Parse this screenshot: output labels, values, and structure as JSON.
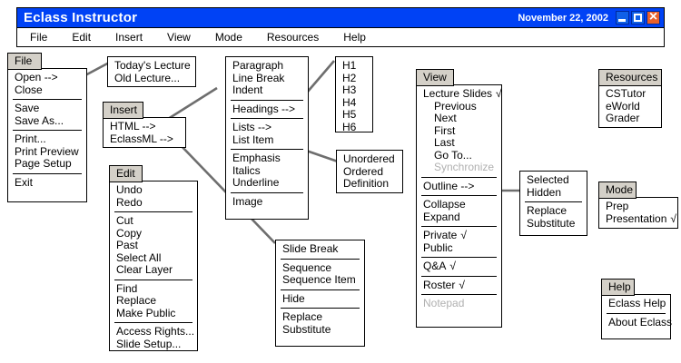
{
  "window": {
    "title": "Eclass Instructor",
    "date": "November 22, 2002",
    "controls": {
      "minimize": "minimize-button",
      "maximize": "maximize-button",
      "close": "close-button"
    }
  },
  "menubar": {
    "items": [
      {
        "label": "File"
      },
      {
        "label": "Edit"
      },
      {
        "label": "Insert"
      },
      {
        "label": "View"
      },
      {
        "label": "Mode"
      },
      {
        "label": "Resources"
      },
      {
        "label": "Help"
      }
    ]
  },
  "menus": {
    "file": {
      "tab": "File",
      "groups": [
        [
          "Open -->",
          "Close"
        ],
        [
          "Save",
          "Save As..."
        ],
        [
          "Print...",
          "Print Preview",
          "Page Setup"
        ],
        [
          "Exit"
        ]
      ]
    },
    "file_open_sub": {
      "groups": [
        [
          "Today's Lecture",
          "Old Lecture..."
        ]
      ]
    },
    "insert": {
      "tab": "Insert",
      "groups": [
        [
          "HTML -->",
          "EclassML -->"
        ]
      ]
    },
    "edit": {
      "tab": "Edit",
      "groups": [
        [
          "Undo",
          "Redo"
        ],
        [
          "Cut",
          "Copy",
          "Past",
          "Select All",
          "Clear Layer"
        ],
        [
          "Find",
          "Replace",
          "Make Public"
        ],
        [
          "Access Rights...",
          "Slide Setup..."
        ]
      ]
    },
    "insert_html_sub": {
      "groups": [
        [
          "Paragraph",
          "Line Break",
          "Indent"
        ],
        [
          "Headings -->"
        ],
        [
          "Lists -->",
          "List Item"
        ],
        [
          "Emphasis",
          "Italics",
          "Underline"
        ],
        [
          "Image"
        ]
      ]
    },
    "headings_sub": {
      "groups": [
        [
          "H1",
          "H2",
          "H3",
          "H4",
          "H5",
          "H6"
        ]
      ]
    },
    "lists_sub": {
      "groups": [
        [
          "Unordered",
          "Ordered",
          "Definition"
        ]
      ]
    },
    "eclassml_sub": {
      "groups": [
        [
          "Slide Break"
        ],
        [
          "Sequence",
          "Sequence Item"
        ],
        [
          "Hide"
        ],
        [
          "Replace",
          "Substitute"
        ]
      ]
    },
    "view": {
      "tab": "View",
      "items": [
        {
          "label": "Lecture Slides",
          "check": "√",
          "indent": false,
          "disabled": false
        },
        {
          "label": "Previous",
          "check": "",
          "indent": true,
          "disabled": false
        },
        {
          "label": "Next",
          "check": "",
          "indent": true,
          "disabled": false
        },
        {
          "label": "First",
          "check": "",
          "indent": true,
          "disabled": false
        },
        {
          "label": "Last",
          "check": "",
          "indent": true,
          "disabled": false
        },
        {
          "label": "Go To...",
          "check": "",
          "indent": true,
          "disabled": false
        },
        {
          "label": "Synchronize",
          "check": "",
          "indent": true,
          "disabled": true
        },
        {
          "sep": true
        },
        {
          "label": "Outline -->",
          "check": "",
          "indent": false,
          "disabled": false
        },
        {
          "sep": true
        },
        {
          "label": "Collapse",
          "check": "",
          "indent": false,
          "disabled": false
        },
        {
          "label": "Expand",
          "check": "",
          "indent": false,
          "disabled": false
        },
        {
          "sep": true
        },
        {
          "label": "Private",
          "check": "√",
          "indent": false,
          "disabled": false
        },
        {
          "label": "Public",
          "check": "",
          "indent": false,
          "disabled": false
        },
        {
          "sep": true
        },
        {
          "label": "Q&A",
          "check": "√",
          "indent": false,
          "disabled": false
        },
        {
          "sep": true
        },
        {
          "label": "Roster",
          "check": "√",
          "indent": false,
          "disabled": false
        },
        {
          "sep": true
        },
        {
          "label": "Notepad",
          "check": "",
          "indent": false,
          "disabled": true
        }
      ]
    },
    "outline_sub": {
      "groups": [
        [
          "Selected",
          "Hidden"
        ],
        [
          "Replace",
          "Substitute"
        ]
      ]
    },
    "resources": {
      "tab": "Resources",
      "groups": [
        [
          "CSTutor",
          "eWorld",
          "Grader"
        ]
      ]
    },
    "mode": {
      "tab": "Mode",
      "items": [
        {
          "label": "Prep",
          "check": ""
        },
        {
          "label": "Presentation",
          "check": "√"
        }
      ]
    },
    "help": {
      "tab": "Help",
      "groups": [
        [
          "Eclass Help"
        ],
        [
          "About Eclass"
        ]
      ]
    }
  },
  "colors": {
    "titlebar": "#0042f5",
    "tab": "#d4d0c8",
    "close": "#e8602a",
    "disabled_text": "#b0b0b0",
    "connector": "#6e6e6e"
  }
}
